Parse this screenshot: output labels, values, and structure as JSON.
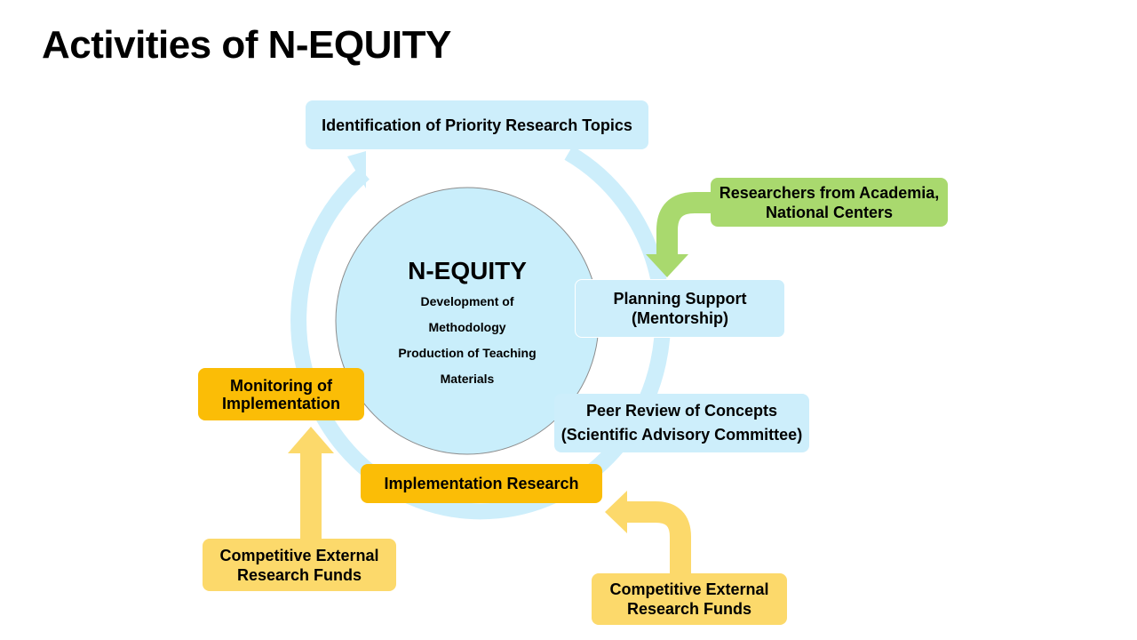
{
  "page": {
    "title": "Activities of N-EQUITY"
  },
  "center": {
    "title": "N-EQUITY",
    "items": [
      "Development of",
      "Methodology",
      "Production of Teaching",
      "Materials"
    ]
  },
  "boxes": {
    "priority_topics": "Identification of Priority Research Topics",
    "researchers": {
      "line1": "Researchers from Academia,",
      "line2": "National Centers"
    },
    "planning": {
      "line1": "Planning Support",
      "line2": "(Mentorship)"
    },
    "peer_review": {
      "line1": "Peer Review of Concepts",
      "line2": "(Scientific Advisory Committee)"
    },
    "implementation_research": "Implementation Research",
    "monitoring": {
      "line1": "Monitoring of",
      "line2": "Implementation"
    },
    "funds_left": {
      "line1": "Competitive External",
      "line2": "Research Funds"
    },
    "funds_right": {
      "line1": "Competitive External",
      "line2": "Research Funds"
    }
  },
  "colors": {
    "cycle_arrow": "#cdeefb",
    "center_circle": "#c9eefb",
    "green_arrow": "#a9d96e",
    "yellow_arrow": "#fcd96b",
    "orange_box": "#fbbd06"
  }
}
